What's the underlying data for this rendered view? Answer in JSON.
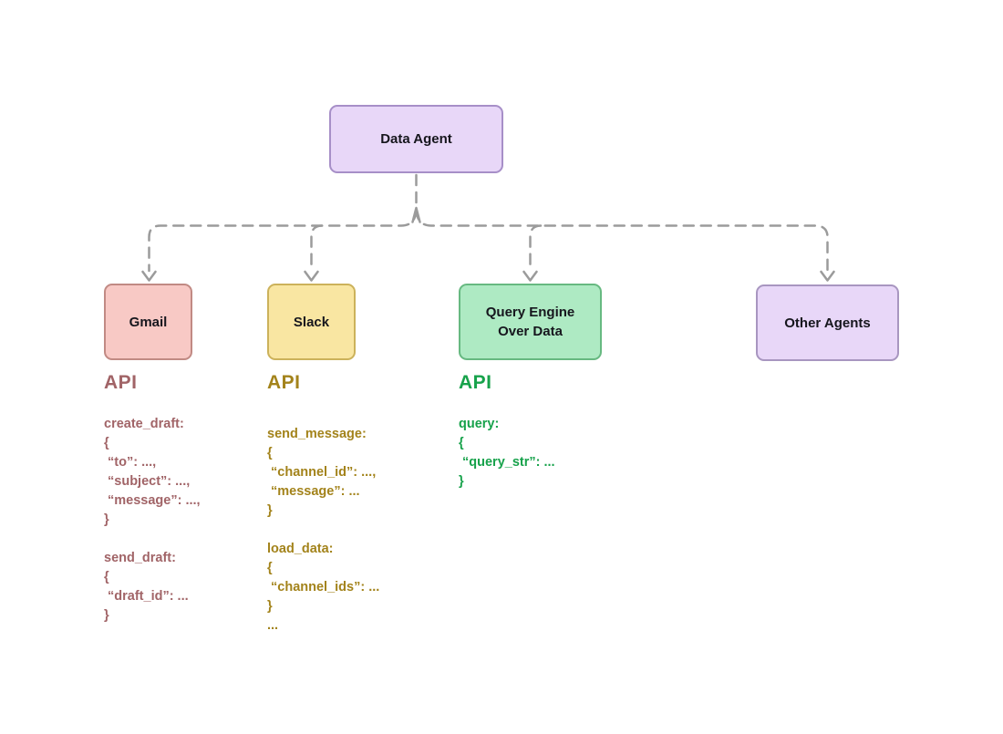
{
  "colors": {
    "background": "#ffffff",
    "connector": "#9b9b9b",
    "node_text": "#16161d",
    "root_fill": "#e8d7f8",
    "root_border": "#a78fc8",
    "gmail_fill": "#f8c9c5",
    "gmail_border": "#c18a84",
    "slack_fill": "#f9e6a2",
    "slack_border": "#ccb25b",
    "query_fill": "#aeeac3",
    "query_border": "#67b981",
    "other_fill": "#e8d7f8",
    "other_border": "#a896c0",
    "gmail_api_text": "#a16467",
    "slack_api_text": "#a3831b",
    "query_api_text": "#17a24b"
  },
  "diagram": {
    "root": {
      "label": "Data Agent"
    },
    "nodes": [
      {
        "label": "Gmail"
      },
      {
        "label": "Slack"
      },
      {
        "label": "Query Engine Over Data"
      },
      {
        "label": "Other Agents"
      }
    ],
    "api_sections": [
      {
        "heading": "API",
        "lines": [
          "create_draft:",
          "{",
          " “to”: ...,",
          " “subject”: ...,",
          " “message”: ...,",
          "}",
          "",
          "send_draft:",
          "{",
          " “draft_id”: ...",
          "}"
        ]
      },
      {
        "heading": "API",
        "lines": [
          "send_message:",
          "{",
          " “channel_id”: ...,",
          " “message”: ...",
          "}",
          "",
          "load_data:",
          "{",
          " “channel_ids”: ...",
          "}",
          "..."
        ]
      },
      {
        "heading": "API",
        "lines": [
          "query:",
          "{",
          " “query_str”: ...",
          "}"
        ]
      }
    ]
  }
}
